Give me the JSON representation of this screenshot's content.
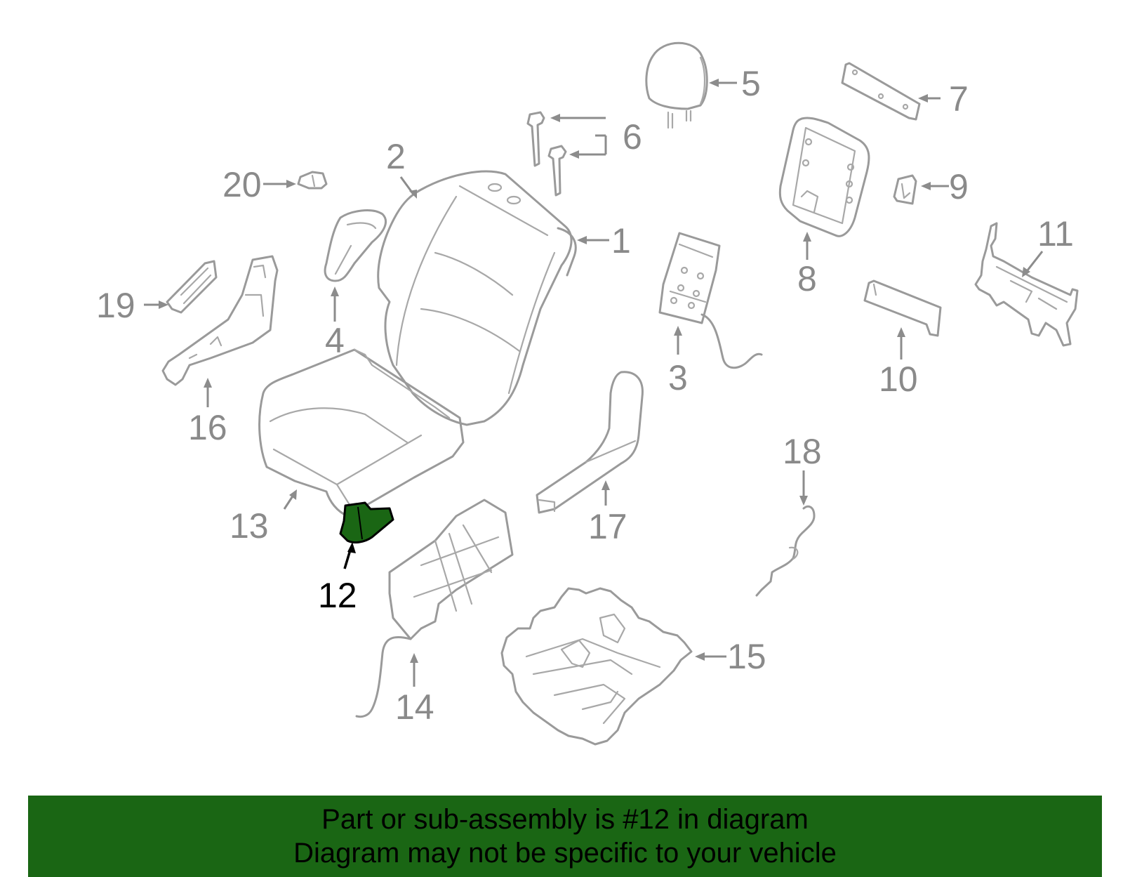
{
  "diagram": {
    "highlight_color": "#1a6614",
    "line_color": "#9a9a9a",
    "callouts": [
      {
        "id": "1",
        "label": "1"
      },
      {
        "id": "2",
        "label": "2"
      },
      {
        "id": "3",
        "label": "3"
      },
      {
        "id": "4",
        "label": "4"
      },
      {
        "id": "5",
        "label": "5"
      },
      {
        "id": "6",
        "label": "6"
      },
      {
        "id": "7",
        "label": "7"
      },
      {
        "id": "8",
        "label": "8"
      },
      {
        "id": "9",
        "label": "9"
      },
      {
        "id": "10",
        "label": "10"
      },
      {
        "id": "11",
        "label": "11"
      },
      {
        "id": "12",
        "label": "12",
        "highlighted": true
      },
      {
        "id": "13",
        "label": "13"
      },
      {
        "id": "14",
        "label": "14"
      },
      {
        "id": "15",
        "label": "15"
      },
      {
        "id": "16",
        "label": "16"
      },
      {
        "id": "17",
        "label": "17"
      },
      {
        "id": "18",
        "label": "18"
      },
      {
        "id": "19",
        "label": "19"
      },
      {
        "id": "20",
        "label": "20"
      }
    ]
  },
  "caption": {
    "line1": "Part or sub-assembly is #12 in diagram",
    "line2": "Diagram may not be specific to your vehicle",
    "background": "#1a6614"
  }
}
